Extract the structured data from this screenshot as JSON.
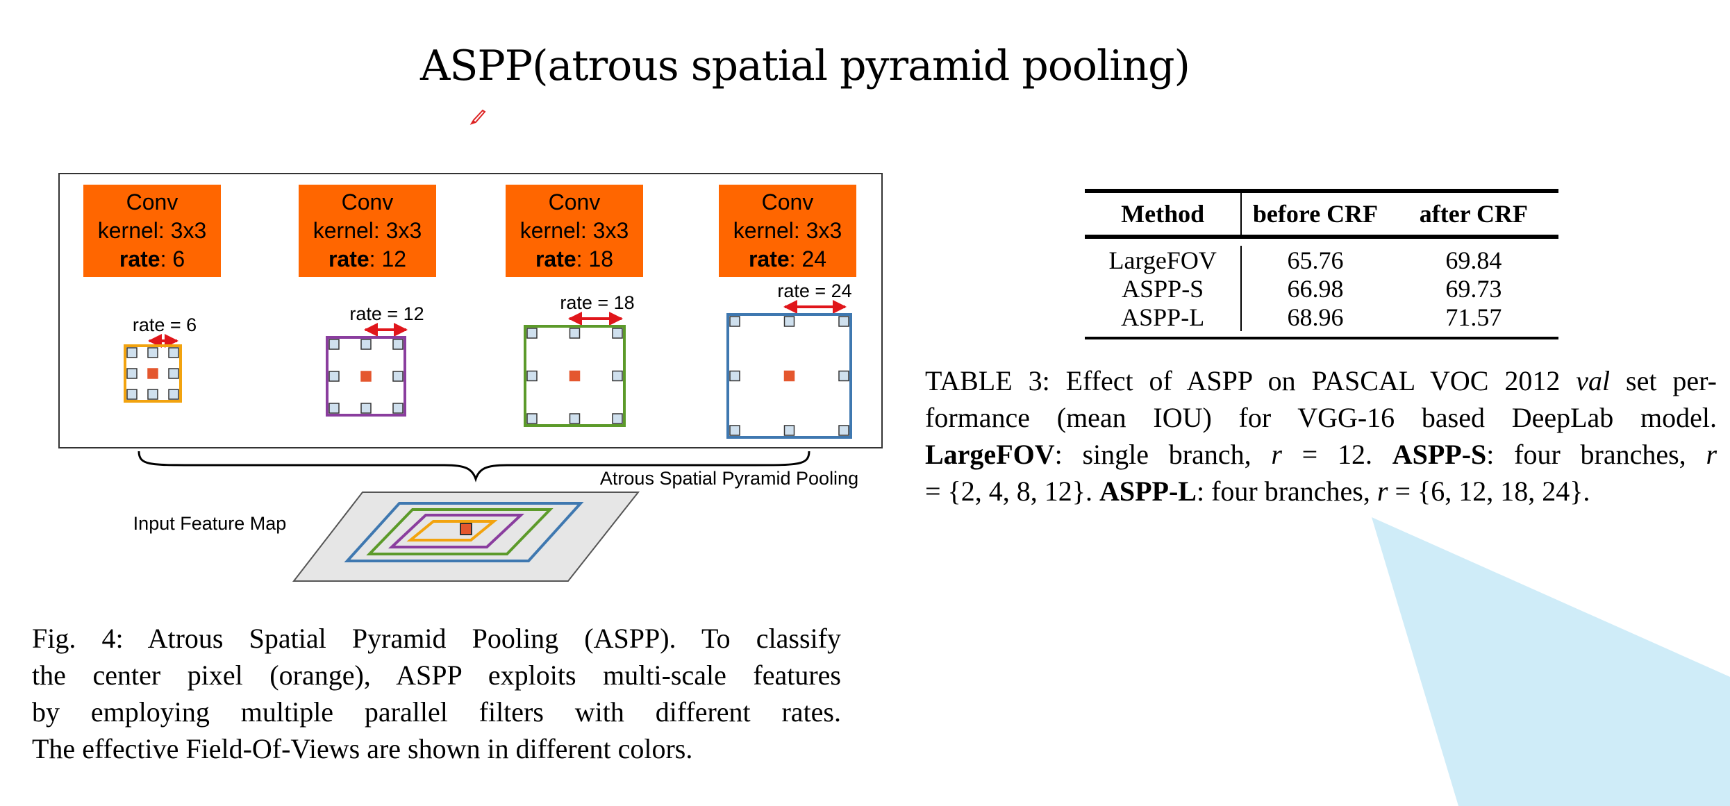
{
  "slide": {
    "title": "ASPP(atrous spatial pyramid pooling)"
  },
  "colors": {
    "conv_box": "#ff6600",
    "rate_arrow": "#e0161b",
    "rate6": "#f2a30f",
    "rate12": "#8a3d9e",
    "rate18": "#5c9a2a",
    "rate24": "#3f78b0",
    "center_pixel": "#e4572e",
    "sample_cell": "#cfe0ee",
    "deco_triangle": "#bfe6f6"
  },
  "figure": {
    "branches": [
      {
        "line1": "Conv",
        "line2": "kernel: 3x3",
        "rate_word": "rate",
        "rate_value": ": 6",
        "rate_label": "rate = 6"
      },
      {
        "line1": "Conv",
        "line2": "kernel: 3x3",
        "rate_word": "rate",
        "rate_value": ": 12",
        "rate_label": "rate = 12"
      },
      {
        "line1": "Conv",
        "line2": "kernel: 3x3",
        "rate_word": "rate",
        "rate_value": ": 18",
        "rate_label": "rate = 18"
      },
      {
        "line1": "Conv",
        "line2": "kernel: 3x3",
        "rate_word": "rate",
        "rate_value": ": 24",
        "rate_label": "rate = 24"
      }
    ],
    "brace_label": "Atrous Spatial Pyramid Pooling",
    "input_label": "Input Feature Map",
    "caption_lines": [
      "Fig. 4: Atrous Spatial Pyramid Pooling (ASPP). To classify",
      "the center pixel (orange), ASPP exploits multi-scale features",
      "by employing multiple parallel filters with different rates.",
      "The effective Field-Of-Views are shown in different colors."
    ]
  },
  "table": {
    "headers": [
      "Method",
      "before CRF",
      "after CRF"
    ],
    "rows": [
      [
        "LargeFOV",
        "65.76",
        "69.84"
      ],
      [
        "ASPP-S",
        "66.98",
        "69.73"
      ],
      [
        "ASPP-L",
        "68.96",
        "71.57"
      ]
    ],
    "caption": {
      "l1_a": "TABLE 3: Effect of ASPP on PASCAL VOC 2012 ",
      "l1_b": "val",
      "l1_c": " set per-",
      "l2": "formance (mean IOU) for VGG-16 based DeepLab model.",
      "l3_a": "LargeFOV",
      "l3_b": ": single branch, ",
      "l3_c": "r",
      "l3_d": " = 12. ",
      "l3_e": "ASPP-S",
      "l3_f": ": four branches, ",
      "l3_g": "r",
      "l4_a": "= {2, 4, 8, 12}. ",
      "l4_b": "ASPP-L",
      "l4_c": ": four branches, ",
      "l4_d": "r",
      "l4_e": " = {6, 12, 18, 24}."
    }
  }
}
